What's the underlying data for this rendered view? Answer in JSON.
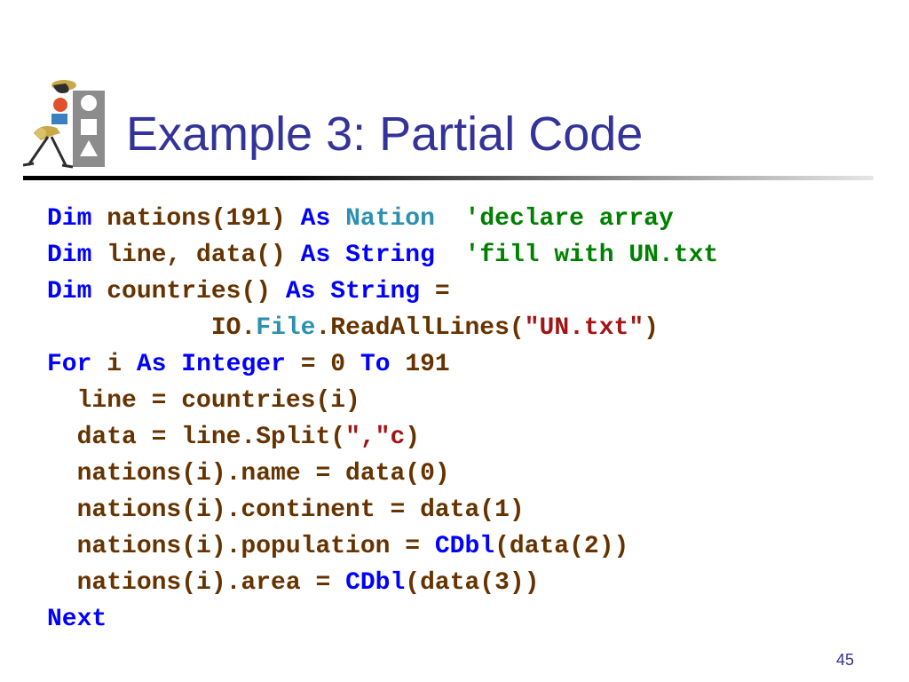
{
  "slide": {
    "title": "Example 3: Partial Code",
    "page_number": "45",
    "logo_icon": "clipart-figure-with-shapes-icon"
  },
  "colors": {
    "title": "#333399",
    "keyword": "#0000ff",
    "type": "#2b91af",
    "comment": "#008000",
    "string": "#a31515",
    "plain": "#663300"
  },
  "code_lines": [
    [
      {
        "t": "Dim",
        "c": "kw"
      },
      {
        "t": " nations(191) ",
        "c": "pl"
      },
      {
        "t": "As",
        "c": "kw"
      },
      {
        "t": " ",
        "c": "pl"
      },
      {
        "t": "Nation",
        "c": "type"
      },
      {
        "t": "  ",
        "c": "pl"
      },
      {
        "t": "'declare array",
        "c": "cm"
      }
    ],
    [
      {
        "t": "Dim",
        "c": "kw"
      },
      {
        "t": " line, data() ",
        "c": "pl"
      },
      {
        "t": "As",
        "c": "kw"
      },
      {
        "t": " ",
        "c": "pl"
      },
      {
        "t": "String",
        "c": "kw"
      },
      {
        "t": "  ",
        "c": "pl"
      },
      {
        "t": "'fill with UN.txt",
        "c": "cm"
      }
    ],
    [
      {
        "t": "Dim",
        "c": "kw"
      },
      {
        "t": " countries() ",
        "c": "pl"
      },
      {
        "t": "As",
        "c": "kw"
      },
      {
        "t": " ",
        "c": "pl"
      },
      {
        "t": "String",
        "c": "kw"
      },
      {
        "t": " =",
        "c": "pl"
      }
    ],
    [
      {
        "t": "           IO.",
        "c": "pl"
      },
      {
        "t": "File",
        "c": "type"
      },
      {
        "t": ".ReadAllLines(",
        "c": "pl"
      },
      {
        "t": "\"UN.txt\"",
        "c": "str"
      },
      {
        "t": ")",
        "c": "pl"
      }
    ],
    [
      {
        "t": "For",
        "c": "kw"
      },
      {
        "t": " i ",
        "c": "pl"
      },
      {
        "t": "As",
        "c": "kw"
      },
      {
        "t": " ",
        "c": "pl"
      },
      {
        "t": "Integer",
        "c": "kw"
      },
      {
        "t": " = 0 ",
        "c": "pl"
      },
      {
        "t": "To",
        "c": "kw"
      },
      {
        "t": " 191",
        "c": "pl"
      }
    ],
    [
      {
        "t": "  line = countries(i)",
        "c": "pl"
      }
    ],
    [
      {
        "t": "  data = line.Split(",
        "c": "pl"
      },
      {
        "t": "\",\"c",
        "c": "str"
      },
      {
        "t": ")",
        "c": "pl"
      }
    ],
    [
      {
        "t": "  nations(i).name = data(0)",
        "c": "pl"
      }
    ],
    [
      {
        "t": "  nations(i).continent = data(1)",
        "c": "pl"
      }
    ],
    [
      {
        "t": "  nations(i).population = ",
        "c": "pl"
      },
      {
        "t": "CDbl",
        "c": "kw"
      },
      {
        "t": "(data(2))",
        "c": "pl"
      }
    ],
    [
      {
        "t": "  nations(i).area = ",
        "c": "pl"
      },
      {
        "t": "CDbl",
        "c": "kw"
      },
      {
        "t": "(data(3))",
        "c": "pl"
      }
    ],
    [
      {
        "t": "Next",
        "c": "kw"
      }
    ]
  ]
}
